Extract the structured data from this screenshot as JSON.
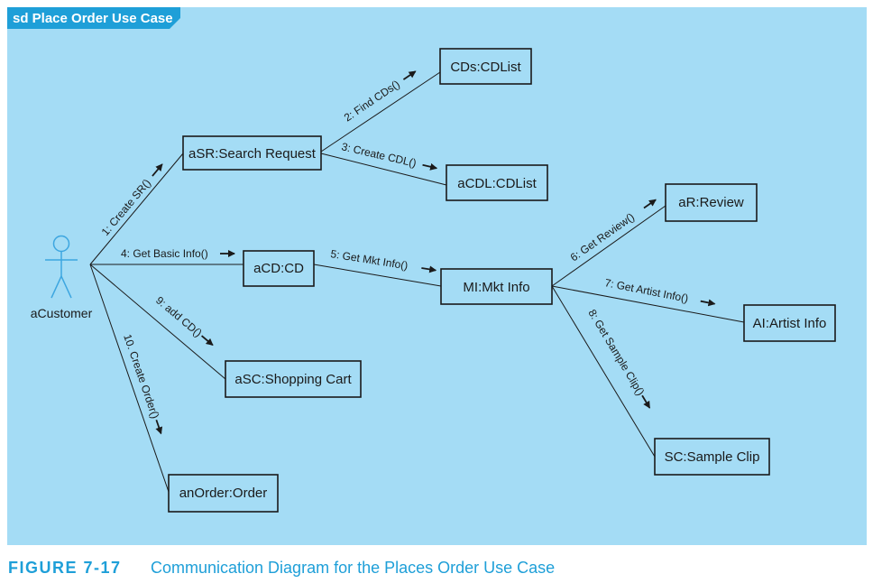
{
  "frame": {
    "title": "sd Place Order Use Case"
  },
  "actor": {
    "name": "aCustomer"
  },
  "objects": {
    "cds": "CDs:CDList",
    "asr": "aSR:Search Request",
    "acdl": "aCDL:CDList",
    "acd": "aCD:CD",
    "mi": "MI:Mkt Info",
    "ar": "aR:Review",
    "ai": "AI:Artist Info",
    "asc": "aSC:Shopping Cart",
    "sc": "SC:Sample Clip",
    "order": "anOrder:Order"
  },
  "messages": {
    "m1": "1: Create SR()",
    "m2": "2: Find CDs()",
    "m3": "3: Create CDL()",
    "m4": "4: Get Basic Info()",
    "m5": "5: Get Mkt Info()",
    "m6": "6: Get Review()",
    "m7": "7: Get Artist Info()",
    "m8": "8: Get Sample Clip()",
    "m9": "9: add CD()",
    "m10": "10. Create Order()"
  },
  "caption": {
    "figure": "FIGURE 7-17",
    "text": "Communication Diagram for the Places Order Use Case"
  },
  "colors": {
    "background": "#a4dcf5",
    "tab": "#1e9fd8",
    "actor": "#3da6e0",
    "caption": "#1e9fd8"
  }
}
